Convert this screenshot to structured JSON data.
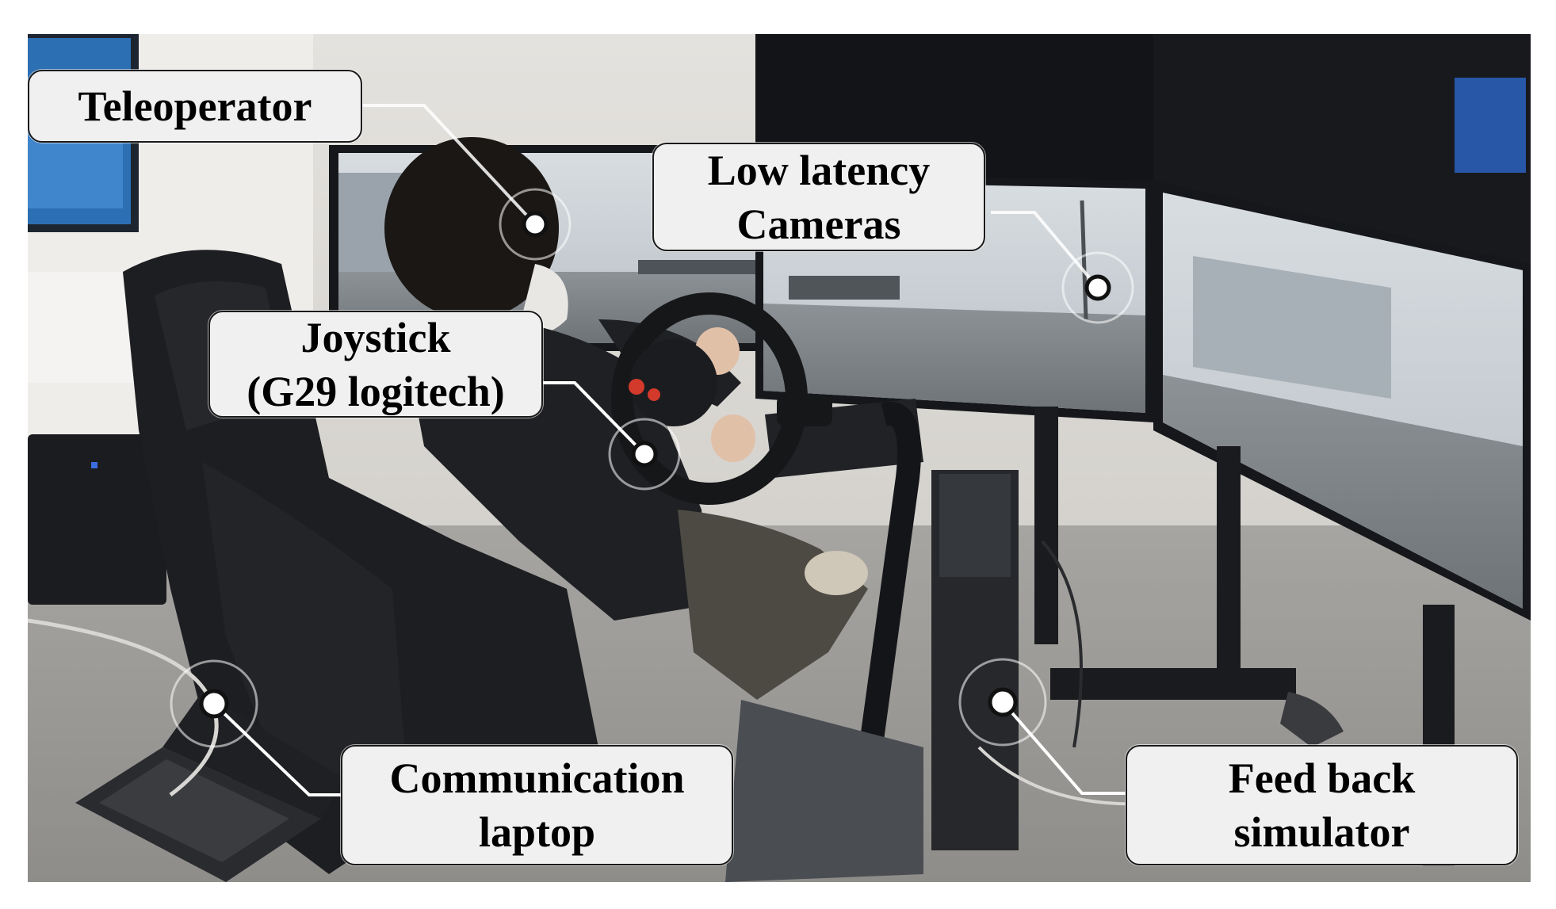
{
  "labels": {
    "teleoperator": "Teleoperator",
    "cameras": {
      "line1": "Low latency",
      "line2": "Cameras"
    },
    "joystick": {
      "line1": "Joystick",
      "line2": "(G29 logitech)"
    },
    "laptop": {
      "line1": "Communication",
      "line2": "laptop"
    },
    "simulator": {
      "line1": "Feed back",
      "line2": "simulator"
    }
  },
  "colors": {
    "callout_fill": "#f0f0f0",
    "callout_border": "#1a1a1a",
    "leader_line": "#ffffff"
  }
}
